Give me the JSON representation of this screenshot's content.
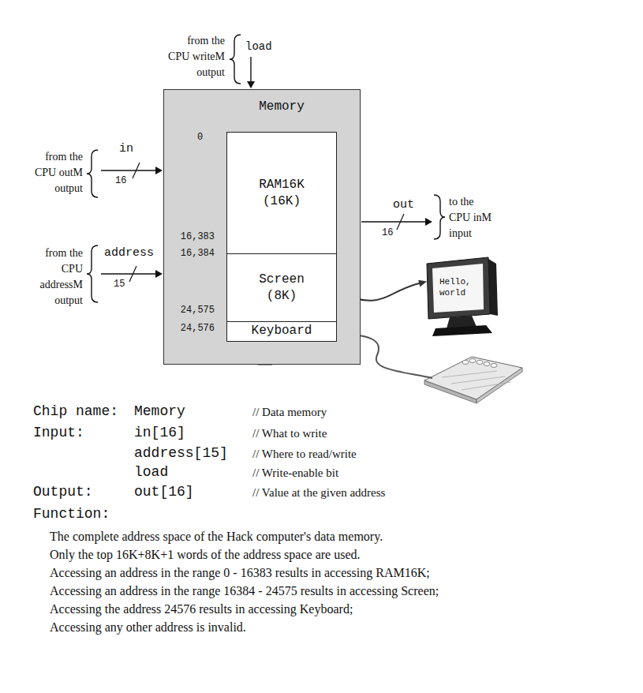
{
  "diagram": {
    "nodes": [
      {
        "text": [
          "Memory"
        ]
      },
      {
        "text": [
          "RAM16K (16K)"
        ],
        "in": 0
      },
      {
        "text": [
          "Screen (8K)"
        ],
        "in": 0
      },
      {
        "text": [
          "Keyboard"
        ],
        "in": 0
      },
      {
        "text": [
          "Hello, world"
        ]
      }
    ],
    "edges": [
      {
        "from": 2,
        "to": 4,
        "arrow": "to"
      }
    ],
    "labels": [
      "from the CPU writeM output",
      "load",
      "from the CPU outM output",
      "in",
      "16",
      "from the CPU addressM output",
      "address",
      "15",
      "out",
      "16",
      "to the CPU inM input",
      "0",
      "16,383",
      "16,384",
      "24,575",
      "24,576",
      "Chip name:",
      "Memory",
      "// Data memory",
      "Input:",
      "in[16]",
      "// What to write",
      "address[15]",
      "// Where to read/write",
      "load",
      "// Write-enable bit",
      "Output:",
      "out[16]",
      "// Value at the given address",
      "Function:",
      "The complete address space of the Hack computer's data memory.",
      "Only the top 16K+8K+1 words of the address space are used.",
      "Accessing an address in the range 0 - 16383 results in accessing RAM16K;",
      "Accessing an address in the range 16384 - 24575 results in accessing Screen;",
      "Accessing the address 24576 results in accessing Keyboard;",
      "Accessing any other address is invalid."
    ]
  }
}
